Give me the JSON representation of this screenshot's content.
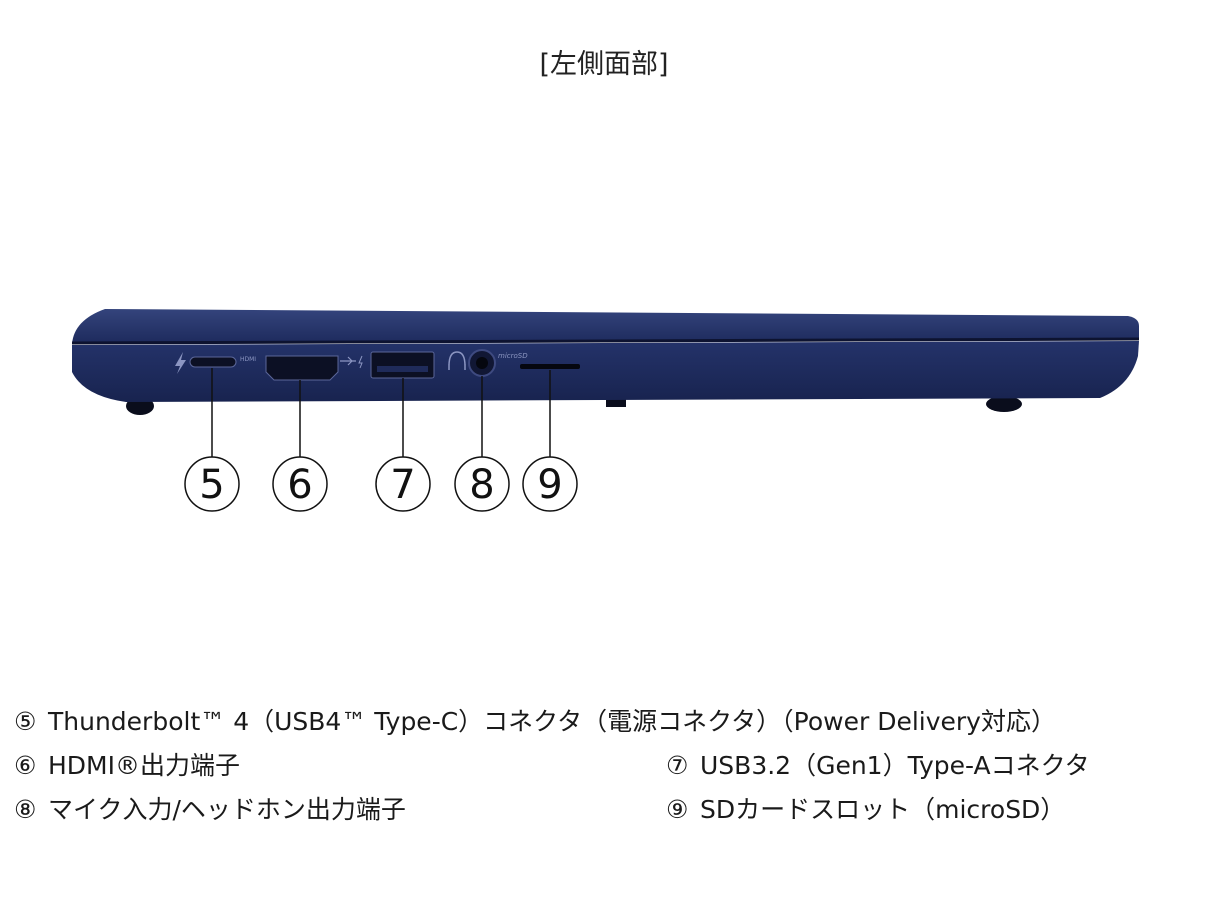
{
  "title": "[左側面部]",
  "callouts": [
    "5",
    "6",
    "7",
    "8",
    "9"
  ],
  "port_labels": {
    "hdmi": "HDMI",
    "microsd": "microSD"
  },
  "legend": [
    {
      "num": "⑤",
      "text": "Thunderbolt™ 4（USB4™ Type-C）コネクタ（電源コネクタ）（Power Delivery対応）"
    },
    {
      "num": "⑥",
      "text": "HDMI®出力端子"
    },
    {
      "num": "⑦",
      "text": "USB3.2（Gen1）Type-Aコネクタ"
    },
    {
      "num": "⑧",
      "text": "マイク入力/ヘッドホン出力端子"
    },
    {
      "num": "⑨",
      "text": "SDカードスロット（microSD）"
    }
  ],
  "colors": {
    "chassis": "#1d2a5c",
    "chassis_edge": "#2c3b73",
    "port": "#0c1024",
    "leader": "#111111"
  }
}
